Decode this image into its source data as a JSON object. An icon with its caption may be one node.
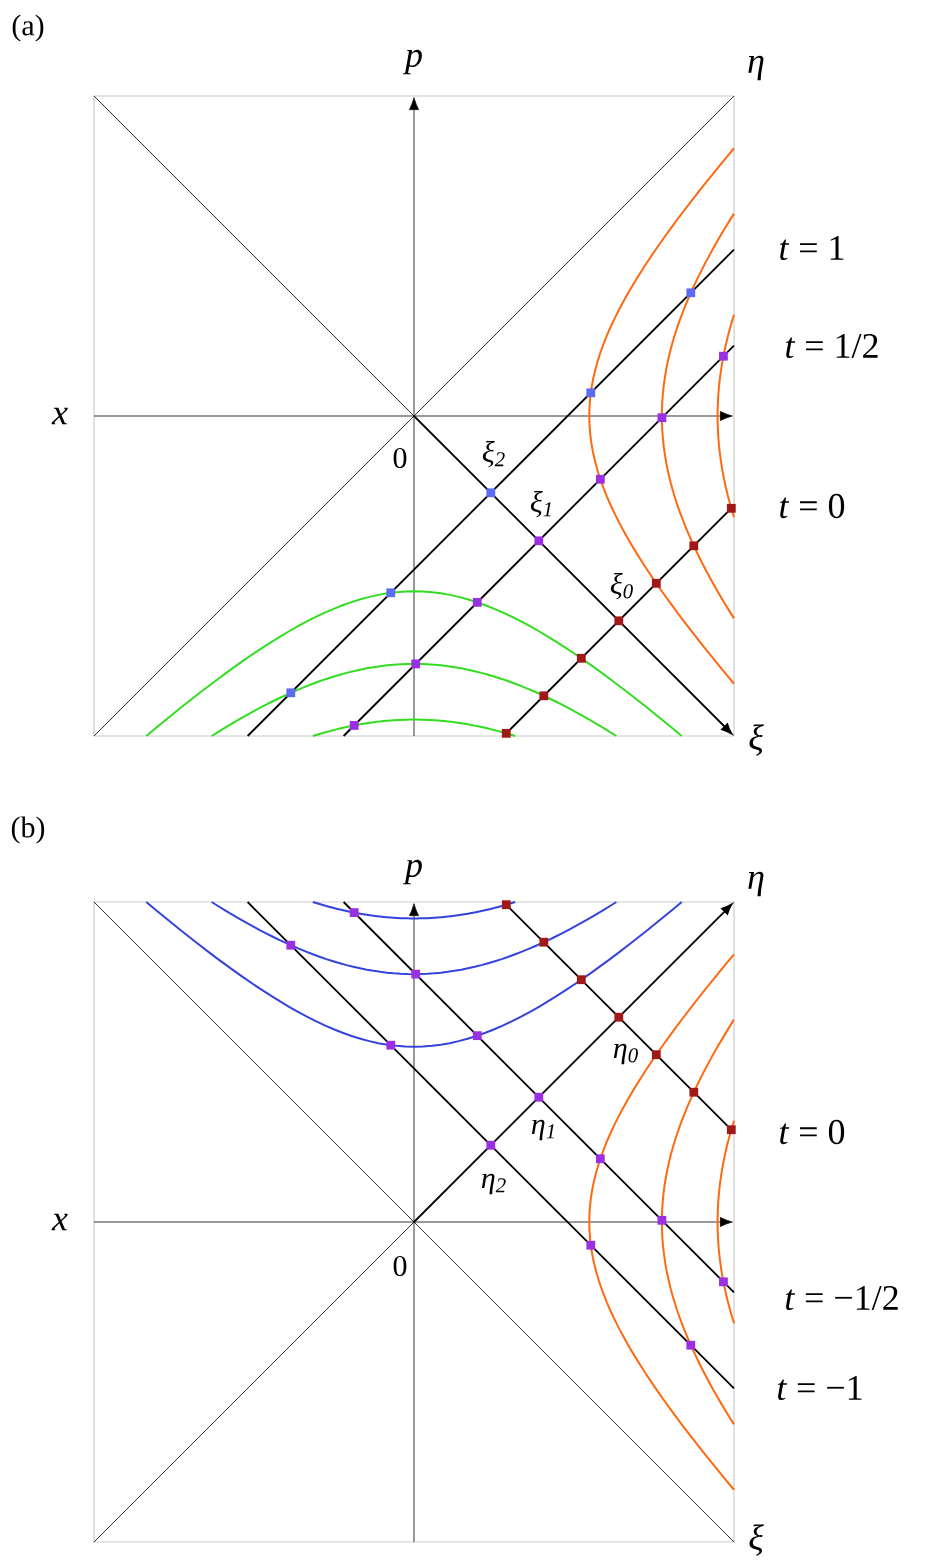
{
  "diagram": {
    "labels": [
      "(a)",
      "p",
      "η",
      "x",
      "0",
      "ξ$_{2}$",
      "ξ$_{1}$",
      "ξ$_{0}$",
      "*t* = 1",
      "*t* = 1/2",
      "*t* = 0",
      "ξ",
      "(b)",
      "p",
      "η",
      "x",
      "0",
      "η$_{0}$",
      "η$_{1}$",
      "η$_{2}$",
      "*t* = 0",
      "*t* = −1/2",
      "*t* = −1",
      "ξ"
    ]
  }
}
